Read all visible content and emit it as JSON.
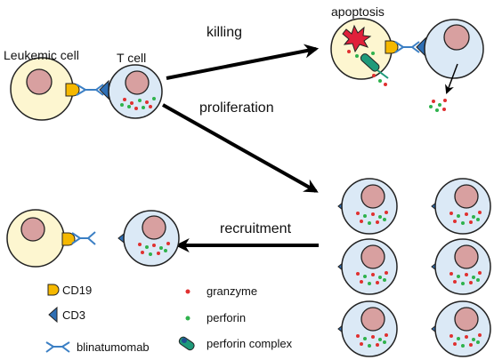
{
  "labels": {
    "leukemic_cell": "Leukemic cell",
    "t_cell": "T cell",
    "killing": "killing",
    "apoptosis": "apoptosis",
    "proliferation": "proliferation",
    "recruitment": "recruitment"
  },
  "legend": {
    "cd19": "CD19",
    "cd3": "CD3",
    "blinatumomab": "blinatumomab",
    "granzyme": "granzyme",
    "perforin": "perforin",
    "perforin_complex": "perforin complex"
  },
  "colors": {
    "leukemic_fill": "#fdf6d0",
    "tcell_fill": "#dbe9f6",
    "nucleus_fill": "#d8a0a0",
    "cd19_fill": "#f5b800",
    "cd3_fill": "#2e6fb5",
    "antibody_stroke": "#3b7fc4",
    "granzyme": "#e03030",
    "perforin": "#2fb24c",
    "apoptosis_burst": "#e0203a",
    "perforin_complex_fill": "#1f9a7a",
    "arrow": "#000000"
  }
}
